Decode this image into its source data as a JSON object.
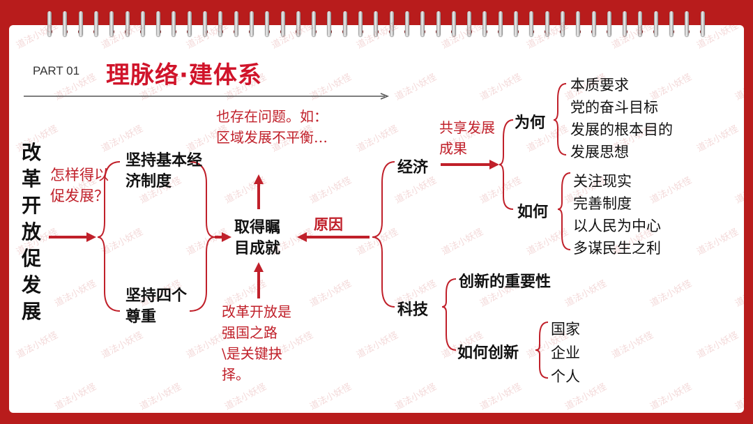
{
  "header": {
    "part_label": "PART 01",
    "title": "理脉络·建体系"
  },
  "diagram": {
    "main_topic": "改革开放促发展",
    "question_label": "怎样得以促发展？",
    "branch_1": "坚持基本经济制度",
    "branch_2": "坚持四个尊重",
    "center_node": "取得瞩目成就",
    "problem_note": "也存在问题。如：区域发展不平衡…",
    "road_note": "改革开放是强国之路\\是关键抉择。",
    "reason_label": "原因",
    "economy": "经济",
    "tech": "科技",
    "shared_label": "共享发展成果",
    "why": "为何",
    "why_items": [
      "本质要求",
      "党的奋斗目标",
      "发展的根本目的",
      "发展思想"
    ],
    "how": "如何",
    "how_items": [
      "关注现实",
      "完善制度",
      "以人民为中心",
      "多谋民生之利"
    ],
    "innovation_importance": "创新的重要性",
    "how_innovate": "如何创新",
    "innovate_items": [
      "国家",
      "企业",
      "个人"
    ]
  },
  "watermark": "道法小妖怪",
  "colors": {
    "background": "#b81c1c",
    "accent_red": "#c0202a",
    "text_black": "#111111"
  }
}
